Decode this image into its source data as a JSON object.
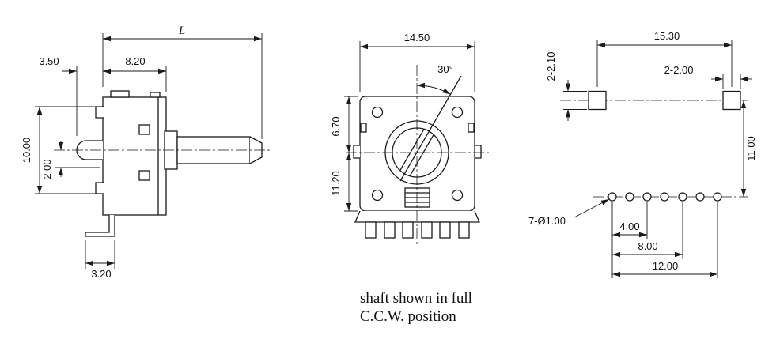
{
  "colors": {
    "line": "#1a1a1a",
    "background": "#ffffff"
  },
  "views": {
    "side": {
      "dims": {
        "L": "L",
        "protrusion": "3.50",
        "body_width": "8.20",
        "height_upper": "10.00",
        "height_lower": "2.00",
        "foot": "3.20"
      }
    },
    "front": {
      "dims": {
        "width": "14.50",
        "angle": "30°",
        "upper": "6.70",
        "lower": "11.20"
      },
      "note1": "shaft shown in full",
      "note2": "C.C.W. position"
    },
    "footprint": {
      "dims": {
        "pad_span": "15.30",
        "pad_height": "2-2.10",
        "pad_width": "2-2.00",
        "row_offset": "11.00",
        "pin_holes": "7-Ø1.00",
        "pitch2": "4.00",
        "pitch4": "8.00",
        "pitch6": "12.00"
      }
    }
  }
}
